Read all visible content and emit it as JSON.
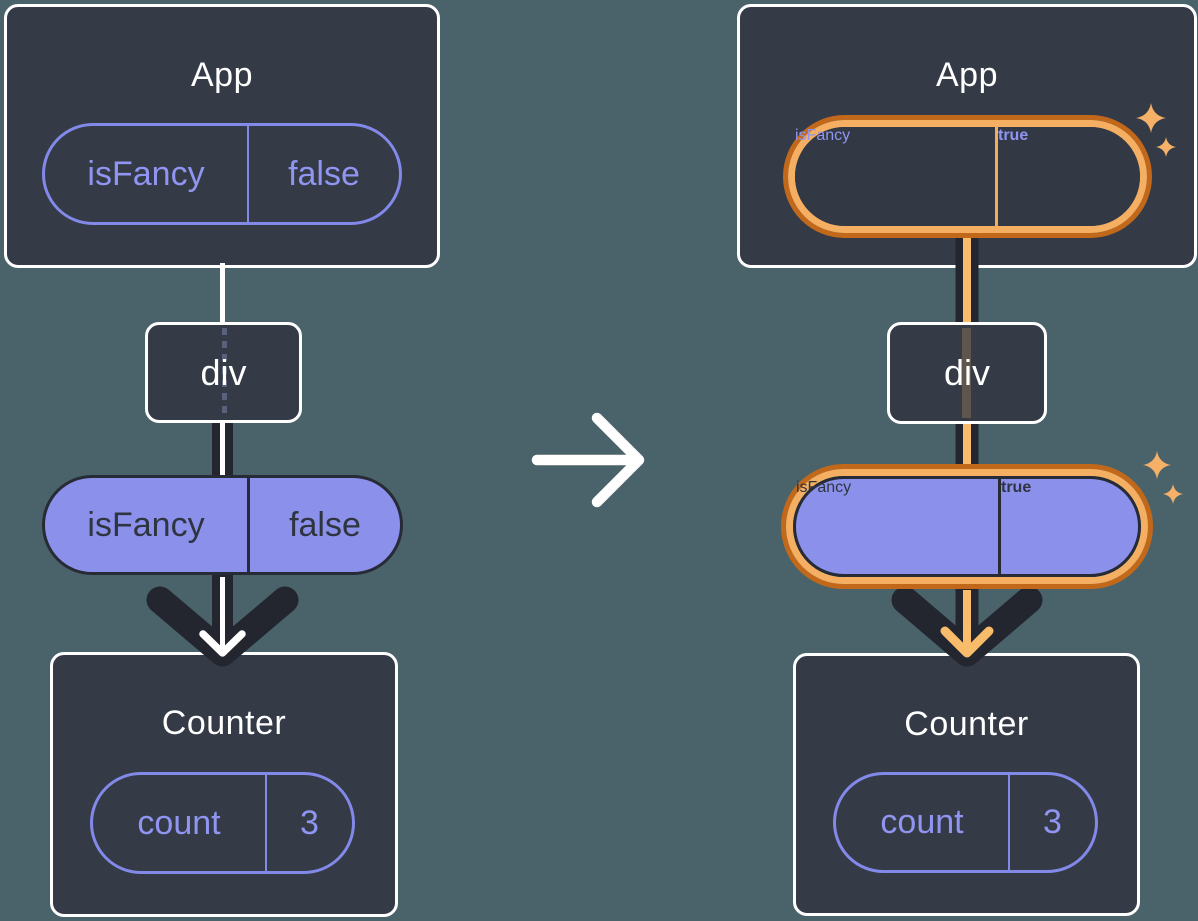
{
  "page_background": "#4A636B",
  "palette": {
    "card_bg": "#343A46",
    "card_border": "#FFFFFF",
    "purple_fill": "#8B90EA",
    "purple_line": "#8289E8",
    "purple_text": "#8F95F0",
    "dark_ink": "#23262F",
    "dark_text_on_purple": "#2F3540",
    "orange_ring_outer": "#C2681A",
    "orange_ring_inner": "#F5AF62",
    "orange_flow_line": "#F8BC6B",
    "sparkle_color": "#F5B168",
    "white_flow_line": "#FFFFFF"
  },
  "before_tree": {
    "app": {
      "title": "App",
      "prop": {
        "name": "isFancy",
        "value": "false"
      }
    },
    "div_node": {
      "label": "div"
    },
    "passed_prop": {
      "name": "isFancy",
      "value": "false"
    },
    "counter": {
      "title": "Counter",
      "state": {
        "name": "count",
        "value": "3"
      }
    }
  },
  "after_tree": {
    "app": {
      "title": "App",
      "prop": {
        "name": "isFancy",
        "value": "true"
      }
    },
    "div_node": {
      "label": "div"
    },
    "passed_prop": {
      "name": "isFancy",
      "value": "true"
    },
    "counter": {
      "title": "Counter",
      "state": {
        "name": "count",
        "value": "3"
      }
    }
  },
  "icons": {
    "transition_arrow": "right-arrow",
    "sparkle": "four-point-star"
  }
}
